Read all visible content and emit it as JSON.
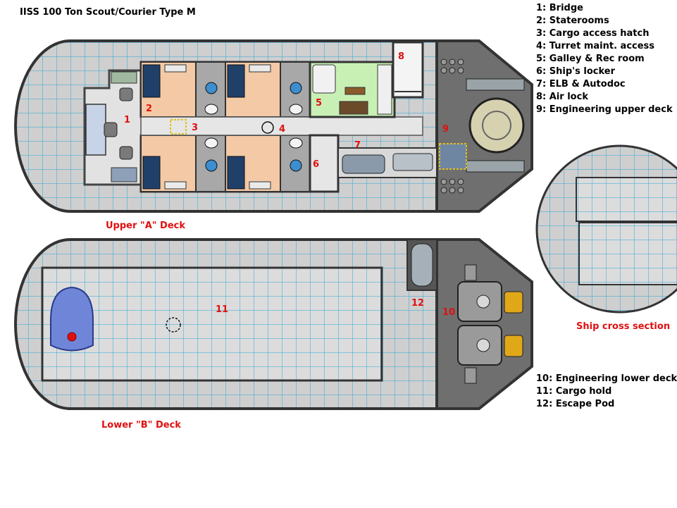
{
  "title": "IISS 100 Ton Scout/Courier Type M",
  "legend_top": [
    "1: Bridge",
    "2: Staterooms",
    "3: Cargo access hatch",
    "4: Turret maint. access",
    "5: Galley & Rec room",
    "6: Ship's locker",
    "7: ELB & Autodoc",
    "8: Air lock",
    "9: Engineering upper deck"
  ],
  "legend_bottom": [
    "10: Engineering lower deck",
    "11: Cargo hold",
    "12: Escape Pod"
  ],
  "deck_labels": {
    "upper": "Upper \"A\" Deck",
    "lower": "Lower \"B\" Deck",
    "cross": "Ship cross section"
  },
  "room_numbers": [
    "1",
    "2",
    "3",
    "4",
    "5",
    "6",
    "7",
    "8",
    "9",
    "10",
    "11",
    "12"
  ],
  "colors": {
    "hull": "#c9c9c9",
    "grid": "#2aa7d6",
    "wall": "#3a3a3a",
    "engineering": "#6f6f6f",
    "galley": "#c8f0b4",
    "stateroom": "#f3c9a6",
    "label_red": "#e01010"
  }
}
